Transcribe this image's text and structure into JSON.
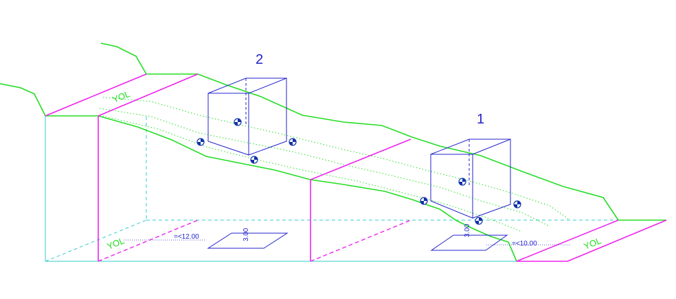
{
  "labels": {
    "building_2": "2",
    "building_1": "1",
    "road_top_left": "YOL",
    "road_bottom_left": "YOL",
    "road_bottom_right": "YOL",
    "dim_left_distance": "=<12.00",
    "dim_right_distance": "=<10.00",
    "dim_left_height": "3.00",
    "dim_right_height": "3.00"
  },
  "colors": {
    "terrain": "#22dd22",
    "road": "#ee22ee",
    "block": "#2222cc",
    "frame": "#33cccc",
    "marker": "#1133aa"
  }
}
